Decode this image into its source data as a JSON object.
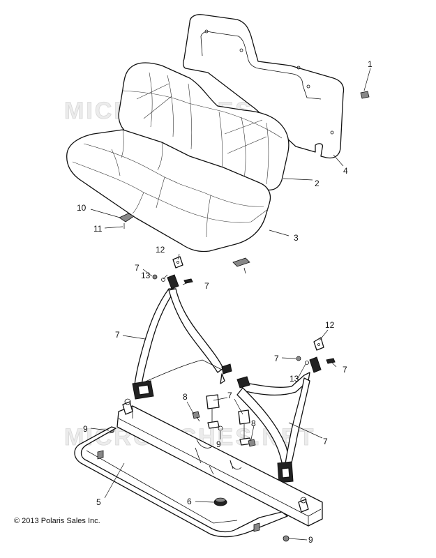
{
  "watermarks": [
    "MICROFICHES.NET",
    "MICROFICHES.NET"
  ],
  "copyright": "© 2013 Polaris Sales Inc.",
  "callouts": [
    {
      "id": "c1",
      "text": "1"
    },
    {
      "id": "c2",
      "text": "2"
    },
    {
      "id": "c3",
      "text": "3"
    },
    {
      "id": "c4",
      "text": "4"
    },
    {
      "id": "c10",
      "text": "10"
    },
    {
      "id": "c11",
      "text": "11"
    },
    {
      "id": "c12a",
      "text": "12"
    },
    {
      "id": "c7a",
      "text": "7"
    },
    {
      "id": "c13a",
      "text": "13"
    },
    {
      "id": "c7b",
      "text": "7"
    },
    {
      "id": "c7c",
      "text": "7"
    },
    {
      "id": "c12b",
      "text": "12"
    },
    {
      "id": "c7d",
      "text": "7"
    },
    {
      "id": "c7e",
      "text": "7"
    },
    {
      "id": "c13b",
      "text": "13"
    },
    {
      "id": "c8a",
      "text": "8"
    },
    {
      "id": "c7f",
      "text": "7"
    },
    {
      "id": "c9a",
      "text": "9"
    },
    {
      "id": "c8b",
      "text": "8"
    },
    {
      "id": "c9b",
      "text": "9"
    },
    {
      "id": "c7g",
      "text": "7"
    },
    {
      "id": "c5",
      "text": "5"
    },
    {
      "id": "c6",
      "text": "6"
    },
    {
      "id": "c9c",
      "text": "9"
    }
  ]
}
